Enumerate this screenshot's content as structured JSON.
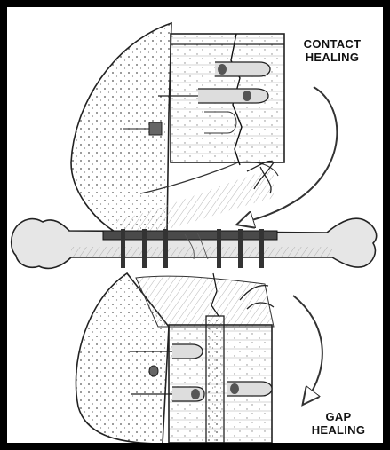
{
  "labels": {
    "contact": {
      "line1": "CONTACT",
      "line2": "HEALING"
    },
    "gap": {
      "line1": "GAP",
      "line2": "HEALING"
    }
  },
  "colors": {
    "frame": "#000000",
    "background": "#ffffff",
    "ink": "#1a1a1a",
    "bone_shade": "#d9d9d9",
    "plate": "#444444"
  }
}
